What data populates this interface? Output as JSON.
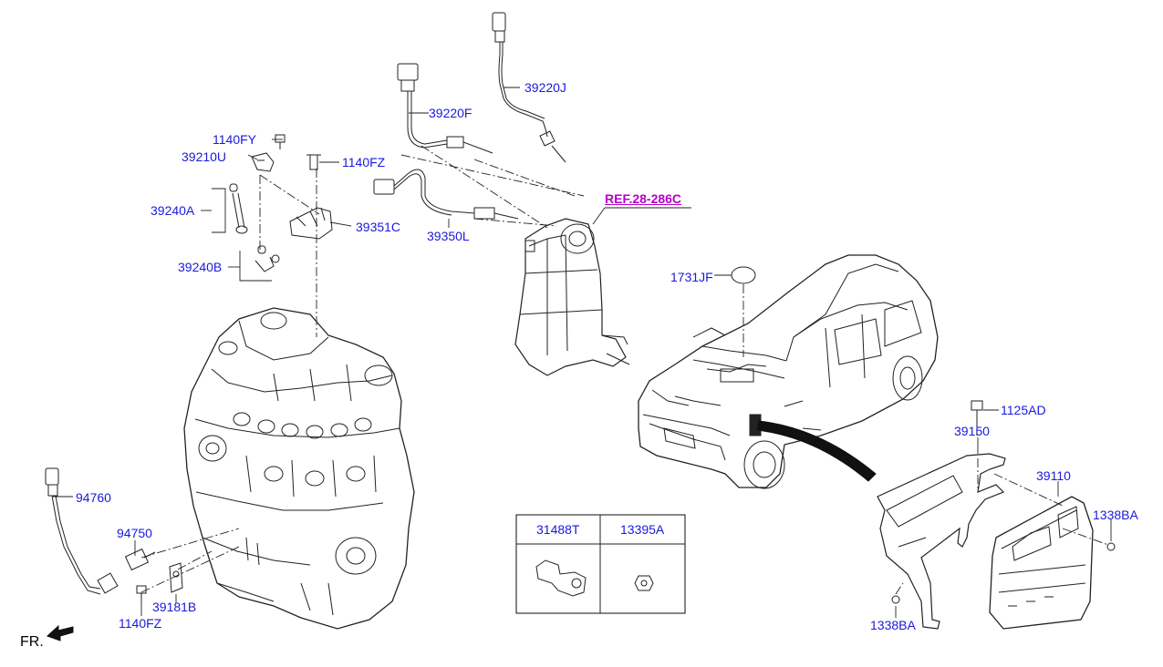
{
  "labels": {
    "p39220J": "39220J",
    "p39220F": "39220F",
    "ref": "REF.28-286C",
    "p1140FY": "1140FY",
    "p39210U": "39210U",
    "p1140FZ_top": "1140FZ",
    "p39240A": "39240A",
    "p39351C": "39351C",
    "p39350L": "39350L",
    "p39240B": "39240B",
    "p1731JF": "1731JF",
    "p1125AD": "1125AD",
    "p39150": "39150",
    "p39110": "39110",
    "p1338BA_right": "1338BA",
    "p1338BA_bottom": "1338BA",
    "p94760": "94760",
    "p94750": "94750",
    "p39181B": "39181B",
    "p1140FZ_bottom": "1140FZ",
    "fr": "FR."
  },
  "inset_table": {
    "headers": [
      "31488T",
      "13395A"
    ]
  }
}
